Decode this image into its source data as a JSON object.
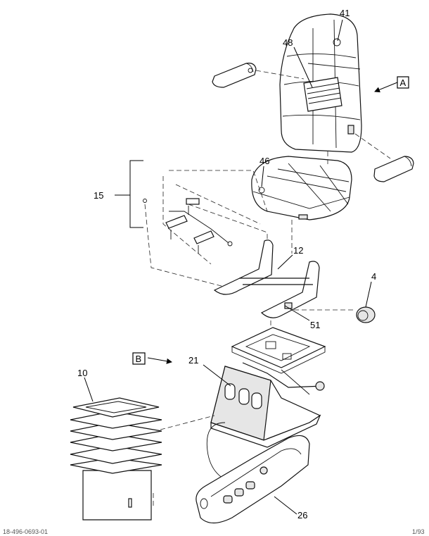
{
  "callouts": {
    "c41": "41",
    "c48": "48",
    "c46": "46",
    "c15": "15",
    "c12": "12",
    "c4": "4",
    "c51": "51",
    "c21": "21",
    "c10": "10",
    "c26": "26"
  },
  "view_labels": {
    "a": "A",
    "b": "B"
  },
  "footer": {
    "left": "18-496-0693-01",
    "right": "1/93"
  }
}
